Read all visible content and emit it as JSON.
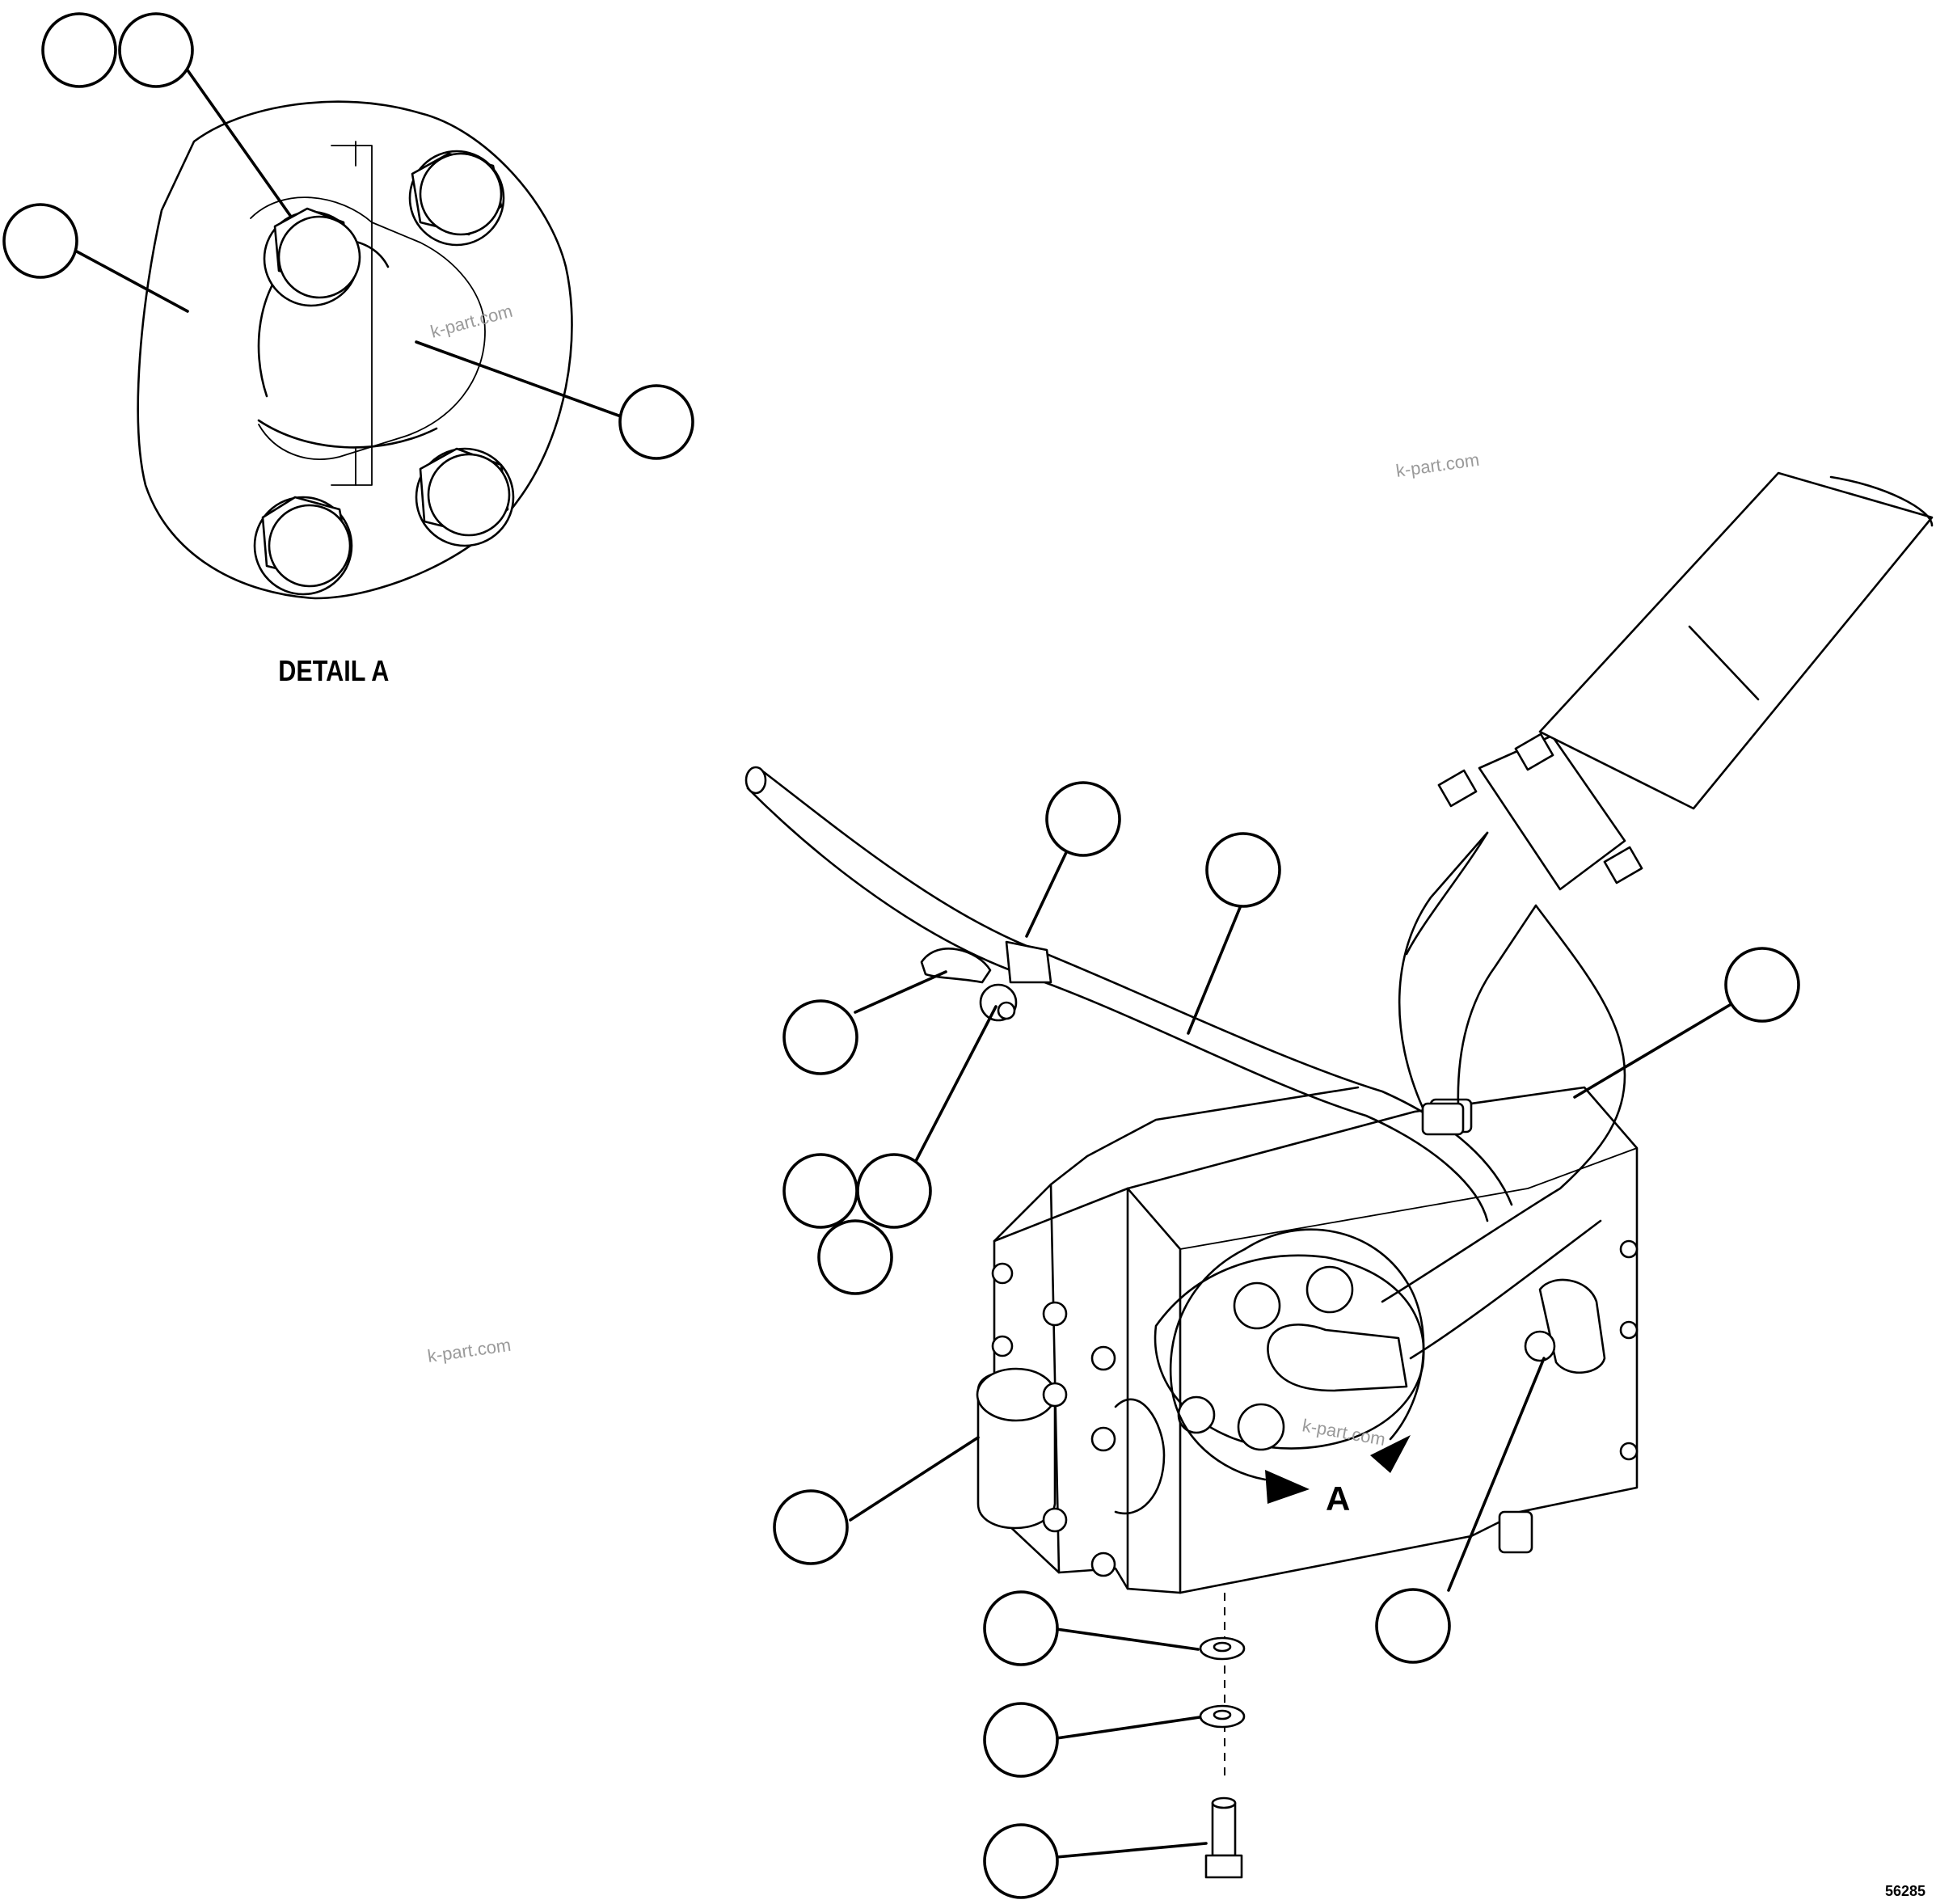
{
  "detail_title": "DETAIL A",
  "view_marker": "A",
  "drawing_number": "56285",
  "watermarks": [
    "k-part.com",
    "k-part.com",
    "k-part.com",
    "k-part.com"
  ]
}
